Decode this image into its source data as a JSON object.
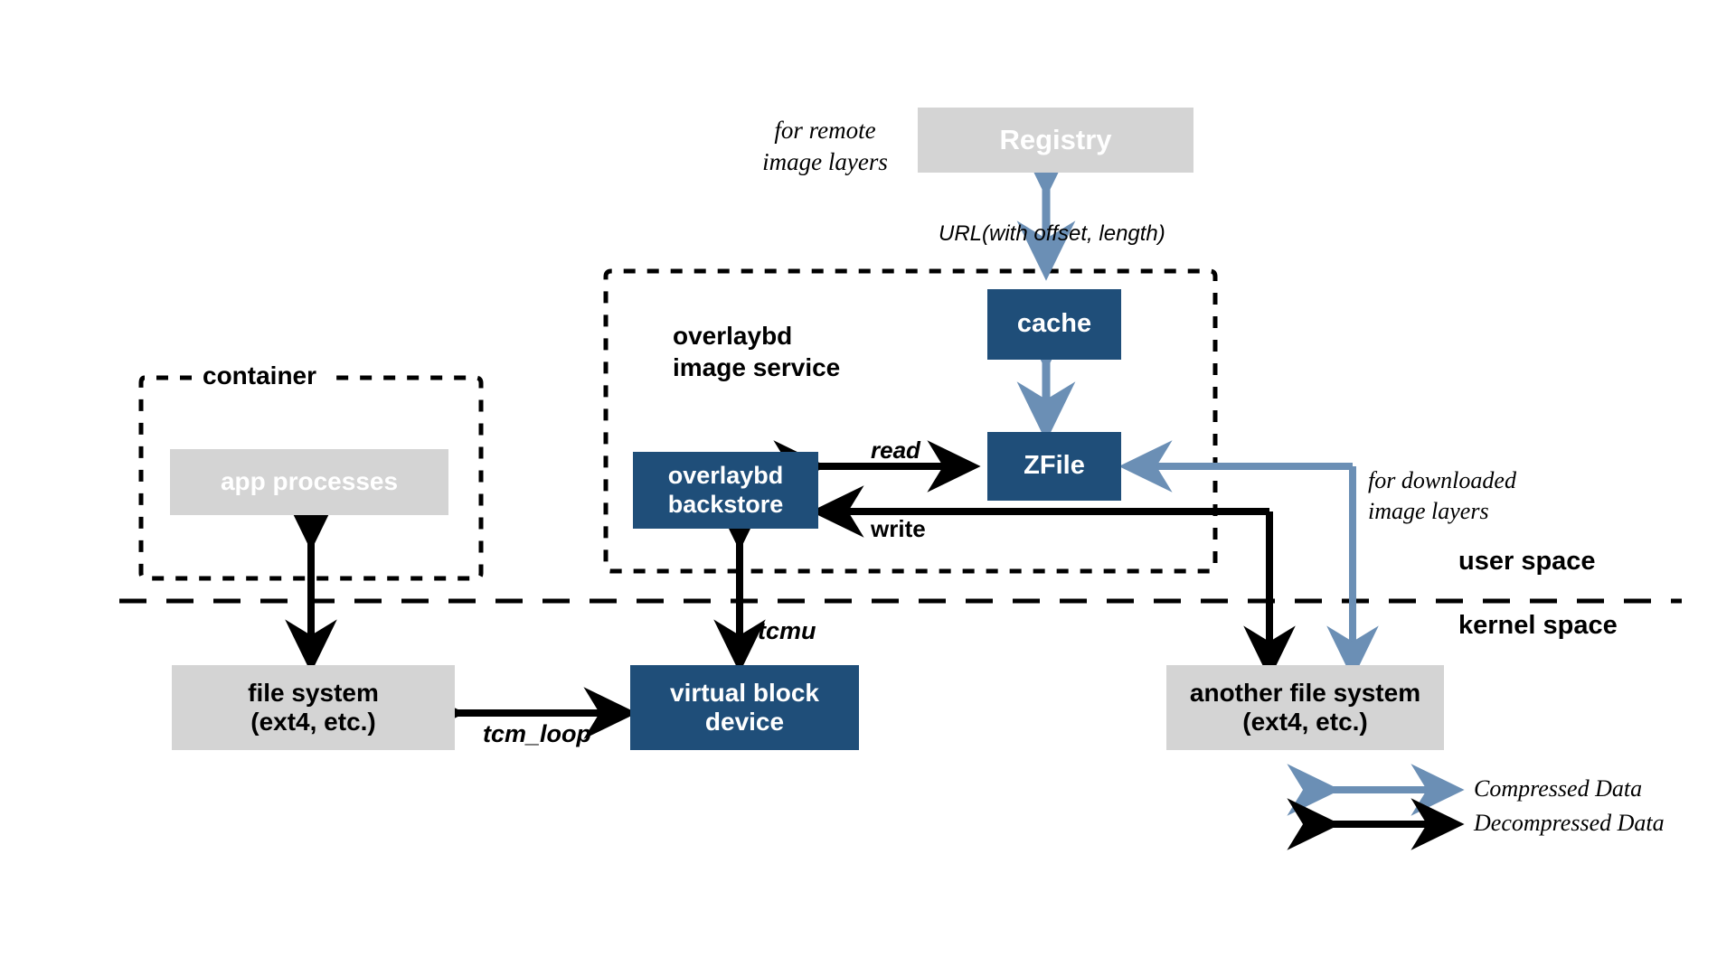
{
  "diagram": {
    "title": "overlaybd image service architecture",
    "colors": {
      "blue_box": "#1f4e79",
      "gray_box": "#d4d4d4",
      "compressed_arrow": "#6b8fb5",
      "decompressed_arrow": "#000000",
      "background": "#ffffff"
    },
    "nodes": {
      "registry": {
        "label": "Registry",
        "style": "gray",
        "text_color": "white"
      },
      "cache": {
        "label": "cache",
        "style": "blue",
        "text_color": "white"
      },
      "zfile": {
        "label": "ZFile",
        "style": "blue",
        "text_color": "white"
      },
      "overlaybd_backstore": {
        "label_line1": "overlaybd",
        "label_line2": "backstore",
        "style": "blue",
        "text_color": "white"
      },
      "app_processes": {
        "label": "app processes",
        "style": "gray",
        "text_color": "white"
      },
      "file_system": {
        "label_line1": "file system",
        "label_line2": "(ext4, etc.)",
        "style": "gray",
        "text_color": "black"
      },
      "virtual_block_device": {
        "label_line1": "virtual block",
        "label_line2": "device",
        "style": "blue",
        "text_color": "white"
      },
      "another_file_system": {
        "label_line1": "another file system",
        "label_line2": "(ext4, etc.)",
        "style": "gray",
        "text_color": "black"
      }
    },
    "groups": {
      "container": {
        "label": "container",
        "border": "dashed"
      },
      "overlaybd_service": {
        "label_line1": "overlaybd",
        "label_line2": "image service",
        "border": "dashed"
      }
    },
    "annotations": {
      "for_remote_line1": "for remote",
      "for_remote_line2": "image layers",
      "url_label": "URL(with offset, length)",
      "read_label": "read",
      "write_label": "write",
      "tcmu_label": "tcmu",
      "tcm_loop_label": "tcm_loop",
      "for_downloaded_line1": "for downloaded",
      "for_downloaded_line2": "image layers",
      "user_space": "user space",
      "kernel_space": "kernel space"
    },
    "legend": {
      "items": [
        {
          "label": "Compressed Data",
          "color": "#6b8fb5"
        },
        {
          "label": "Decompressed Data",
          "color": "#000000"
        }
      ]
    }
  }
}
